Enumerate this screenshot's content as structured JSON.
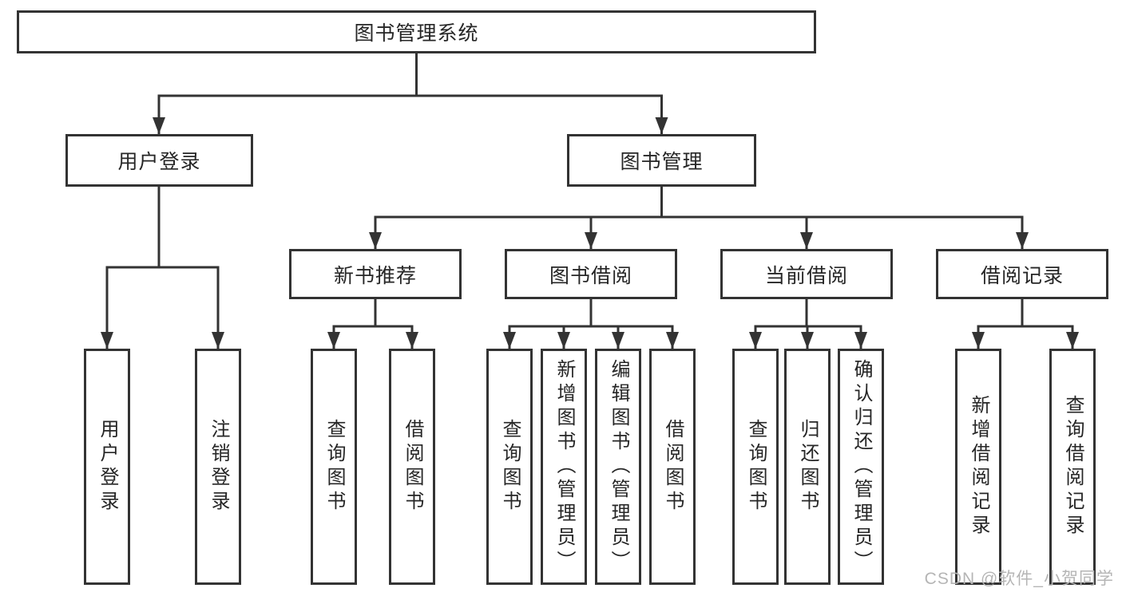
{
  "diagram_title": "图书管理系统",
  "watermark": "CSDN @软件_小贺同学",
  "colors": {
    "line": "#333333",
    "box_border": "#333333",
    "box_fill": "#ffffff",
    "text": "#262626",
    "watermark_text": "#b5b5b5"
  },
  "tree": {
    "root": {
      "label": "图书管理系统"
    },
    "level2": [
      {
        "label": "用户登录"
      },
      {
        "label": "图书管理"
      }
    ],
    "level3": [
      {
        "label": "新书推荐"
      },
      {
        "label": "图书借阅"
      },
      {
        "label": "当前借阅"
      },
      {
        "label": "借阅记录"
      }
    ],
    "leaves": {
      "user_login": [
        "用户登录",
        "注销登录"
      ],
      "new_book": [
        "查询图书",
        "借阅图书"
      ],
      "book_borrow": [
        "查询图书",
        "新增图书（管理员）",
        "编辑图书（管理员）",
        "借阅图书"
      ],
      "current_borrow": [
        "查询图书",
        "归还图书",
        "确认归还（管理员）"
      ],
      "borrow_record": [
        "新增借阅记录",
        "查询借阅记录"
      ]
    }
  }
}
